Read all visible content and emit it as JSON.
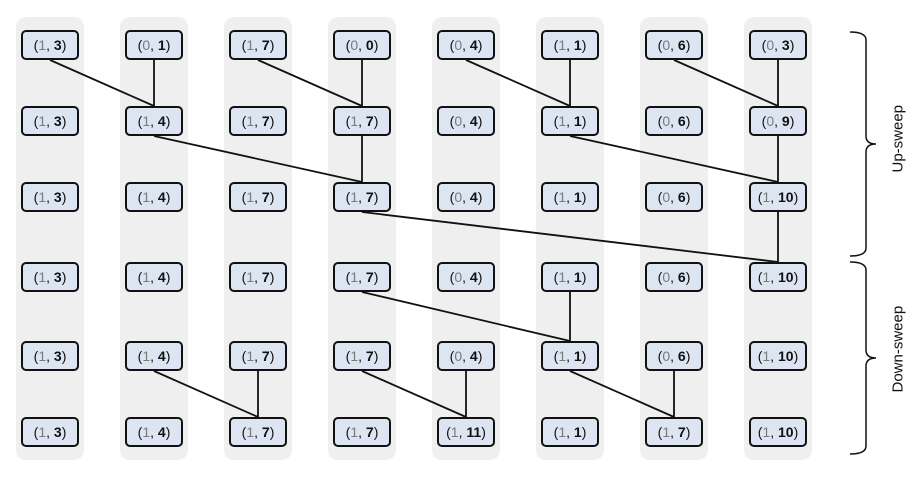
{
  "rows": [
    [
      [
        "1",
        "3"
      ],
      [
        "0",
        "1"
      ],
      [
        "1",
        "7"
      ],
      [
        "0",
        "0"
      ],
      [
        "0",
        "4"
      ],
      [
        "1",
        "1"
      ],
      [
        "0",
        "6"
      ],
      [
        "0",
        "3"
      ]
    ],
    [
      [
        "1",
        "3"
      ],
      [
        "1",
        "4"
      ],
      [
        "1",
        "7"
      ],
      [
        "1",
        "7"
      ],
      [
        "0",
        "4"
      ],
      [
        "1",
        "1"
      ],
      [
        "0",
        "6"
      ],
      [
        "0",
        "9"
      ]
    ],
    [
      [
        "1",
        "3"
      ],
      [
        "1",
        "4"
      ],
      [
        "1",
        "7"
      ],
      [
        "1",
        "7"
      ],
      [
        "0",
        "4"
      ],
      [
        "1",
        "1"
      ],
      [
        "0",
        "6"
      ],
      [
        "1",
        "10"
      ]
    ],
    [
      [
        "1",
        "3"
      ],
      [
        "1",
        "4"
      ],
      [
        "1",
        "7"
      ],
      [
        "1",
        "7"
      ],
      [
        "0",
        "4"
      ],
      [
        "1",
        "1"
      ],
      [
        "0",
        "6"
      ],
      [
        "1",
        "10"
      ]
    ],
    [
      [
        "1",
        "3"
      ],
      [
        "1",
        "4"
      ],
      [
        "1",
        "7"
      ],
      [
        "1",
        "7"
      ],
      [
        "0",
        "4"
      ],
      [
        "1",
        "1"
      ],
      [
        "0",
        "6"
      ],
      [
        "1",
        "10"
      ]
    ],
    [
      [
        "1",
        "3"
      ],
      [
        "1",
        "4"
      ],
      [
        "1",
        "7"
      ],
      [
        "1",
        "7"
      ],
      [
        "1",
        "11"
      ],
      [
        "1",
        "1"
      ],
      [
        "1",
        "7"
      ],
      [
        "1",
        "10"
      ]
    ]
  ],
  "edges": [
    [
      [
        0,
        0
      ],
      [
        1,
        1
      ]
    ],
    [
      [
        0,
        1
      ],
      [
        1,
        1
      ]
    ],
    [
      [
        0,
        2
      ],
      [
        1,
        3
      ]
    ],
    [
      [
        0,
        3
      ],
      [
        1,
        3
      ]
    ],
    [
      [
        0,
        4
      ],
      [
        1,
        5
      ]
    ],
    [
      [
        0,
        5
      ],
      [
        1,
        5
      ]
    ],
    [
      [
        0,
        6
      ],
      [
        1,
        7
      ]
    ],
    [
      [
        0,
        7
      ],
      [
        1,
        7
      ]
    ],
    [
      [
        1,
        1
      ],
      [
        2,
        3
      ]
    ],
    [
      [
        1,
        3
      ],
      [
        2,
        3
      ]
    ],
    [
      [
        1,
        5
      ],
      [
        2,
        7
      ]
    ],
    [
      [
        1,
        7
      ],
      [
        2,
        7
      ]
    ],
    [
      [
        2,
        3
      ],
      [
        3,
        7
      ]
    ],
    [
      [
        2,
        7
      ],
      [
        3,
        7
      ]
    ],
    [
      [
        3,
        3
      ],
      [
        4,
        5
      ]
    ],
    [
      [
        3,
        5
      ],
      [
        4,
        5
      ]
    ],
    [
      [
        4,
        1
      ],
      [
        5,
        2
      ]
    ],
    [
      [
        4,
        2
      ],
      [
        5,
        2
      ]
    ],
    [
      [
        4,
        3
      ],
      [
        5,
        4
      ]
    ],
    [
      [
        4,
        4
      ],
      [
        5,
        4
      ]
    ],
    [
      [
        4,
        5
      ],
      [
        5,
        6
      ]
    ],
    [
      [
        4,
        6
      ],
      [
        5,
        6
      ]
    ]
  ],
  "labels": {
    "upsweep": "Up-sweep",
    "downsweep": "Down-sweep"
  }
}
